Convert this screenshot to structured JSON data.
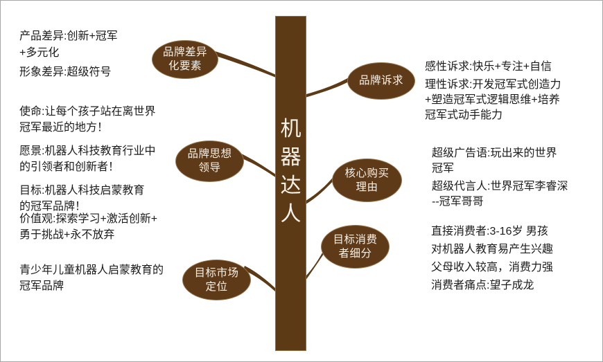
{
  "diagram": {
    "center": {
      "title": "机器达人",
      "chars": [
        "机",
        "器",
        "达",
        "人"
      ]
    },
    "nodes": {
      "brand_diff": {
        "line1": "品牌差异",
        "line2": "化要素"
      },
      "brand_thought": {
        "line1": "品牌思想",
        "line2": "领导"
      },
      "target_market": {
        "line1": "目标市场",
        "line2": "定位"
      },
      "brand_appeal": {
        "line1": "品牌诉求"
      },
      "core_reason": {
        "line1": "核心购买",
        "line2": "理由"
      },
      "consumer_seg": {
        "line1": "目标消费",
        "line2": "者细分"
      }
    },
    "left": {
      "block_diff": {
        "p1l1": "产品差异:创新+冠军",
        "p1l2": "+多元化",
        "p2l1": "形象差异:超级符号"
      },
      "block_mission": {
        "p1l1": "使命:让每个孩子站在离世界",
        "p1l2": "冠军最近的地方！",
        "p2l1": "愿景:机器人科技教育行业中",
        "p2l2": "的引领者和创新者！",
        "p3l1": "目标:机器人科技启蒙教育",
        "p3l2": "的冠军品牌！"
      },
      "block_values": {
        "l1": "价值观:探索学习+激活创新+",
        "l2": "勇于挑战+永不放弃"
      },
      "block_position": {
        "l1": "青少年儿童机器人启蒙教育的",
        "l2": "冠军品牌"
      }
    },
    "right": {
      "block_appeal": {
        "p1l1": "感性诉求:快乐+专注+自信",
        "p2l1": "理性诉求:开发冠军式创造力",
        "p2l2": "+塑造冠军式逻辑思维+培养",
        "p2l3": "冠军式动手能力"
      },
      "block_slogan": {
        "p1l1": "超级广告语:玩出来的世界",
        "p1l2": "冠军",
        "p2l1": "超级代言人:世界冠军李睿深",
        "p2l2": "--冠军哥哥"
      },
      "block_consumer": {
        "l1": "直接消费者:3-16岁 男孩",
        "l2": "对机器人教育易产生兴趣",
        "l3": "父母收入较高，消费力强",
        "l4": "消费者痛点:望子成龙"
      }
    },
    "colors": {
      "branch_brown": "#5d3a16",
      "node_fill": "#5e3a18",
      "node_text": "#f7f1e8",
      "body_text": "#1b1b1b",
      "canvas_border": "#a6a6a6"
    }
  }
}
